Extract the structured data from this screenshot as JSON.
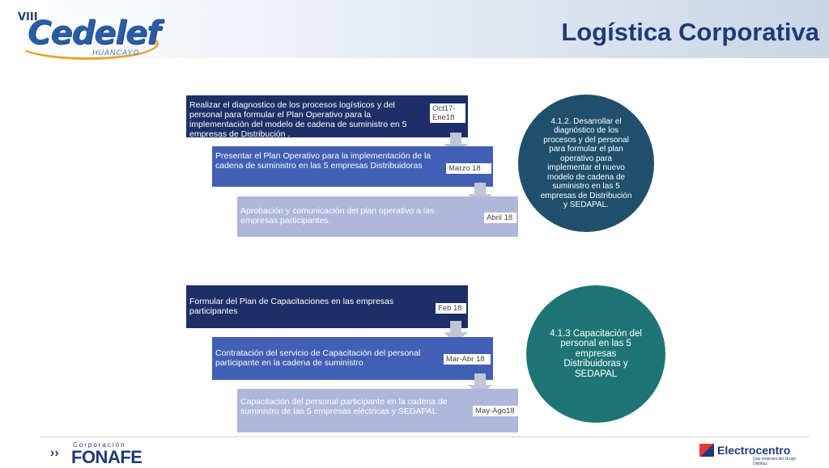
{
  "header": {
    "title": "Logística Corporativa",
    "logo": {
      "prefix": "VIII",
      "name": "Cedelef",
      "subtitle": "HUANCAYO"
    }
  },
  "group1": {
    "steps": [
      {
        "text": "Realizar el diagnostico de los procesos logísticos y del personal para formular el Plan Operativo para la implementación del modelo de cadena de suministro en 5 empresas de Distribución .",
        "date": "Oct17-Ene18"
      },
      {
        "text": "Presentar el Plan Operativo para la implementación de la cadena de suministro en las 5 empresas Distribuidoras",
        "date": "Marzo 18"
      },
      {
        "text": "Aprobación y comunicación del plan operativo a las empresas participantes.",
        "date": "Abril 18"
      }
    ],
    "objective": "4.1.2. Desarrollar el diagnóstico de los procesos y del personal para formular el plan operativo para implementar el nuevo modelo de cadena de suministro en las 5 empresas de Distribución y SEDAPAL."
  },
  "group2": {
    "steps": [
      {
        "text": "Formular del Plan de Capacitaciones en las empresas participantes",
        "date": "Feb 18"
      },
      {
        "text": "Contratación del servicio de Capacitación del personal participante en la cadena de suministro",
        "date": "Mar-Abr 18"
      },
      {
        "text": "Capacitación del personal participante en la cadena de suministro de las 5 empresas eléctricas y SEDAPAL",
        "date": "May-Ago18"
      }
    ],
    "objective": "4.1.3 Capacitación del personal en las 5 empresas Distribuidoras y SEDAPAL"
  },
  "footer": {
    "fonafe": {
      "corp": "Corporación",
      "name": "FONAFE"
    },
    "electrocentro": {
      "name": "Electrocentro",
      "tagline": "Una empresa del Grupo Distriluz"
    }
  },
  "colors": {
    "title": "#1f3a78",
    "step_dark": "#1e2f68",
    "step_mid": "#4160b5",
    "step_light": "#aeb8db",
    "circle_1": "#1f4f6a",
    "circle_2": "#1f7575"
  }
}
